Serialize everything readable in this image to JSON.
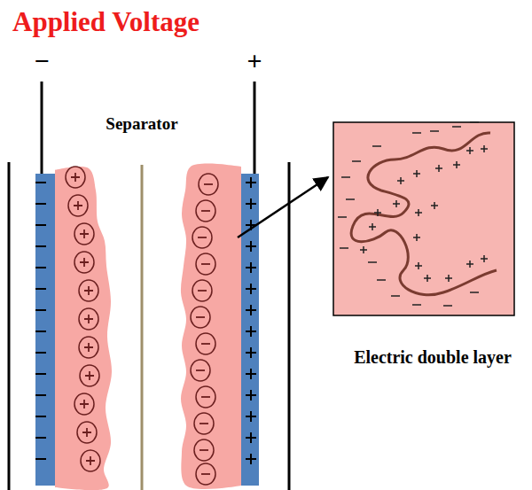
{
  "diagram": {
    "title": "Applied Voltage",
    "labels": [
      "−",
      "+",
      "Separator",
      "Electric double layer"
    ]
  }
}
